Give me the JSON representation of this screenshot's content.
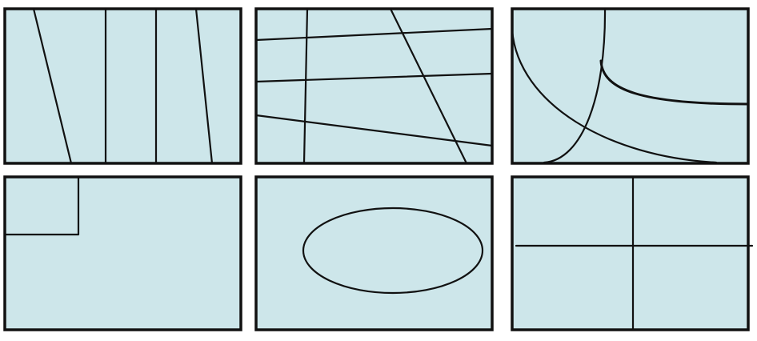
{
  "colors": {
    "panel_fill": "#cde6ea",
    "stroke": "#111111",
    "background": "#ffffff"
  },
  "panels": [
    {
      "id": "panel-1",
      "pattern": "slanted-and-vertical-strips"
    },
    {
      "id": "panel-2",
      "pattern": "crossing-straight-lines"
    },
    {
      "id": "panel-3",
      "pattern": "intersecting-curves"
    },
    {
      "id": "panel-4",
      "pattern": "corner-rectangle"
    },
    {
      "id": "panel-5",
      "pattern": "centered-ellipse"
    },
    {
      "id": "panel-6",
      "pattern": "cross-quadrants"
    }
  ]
}
